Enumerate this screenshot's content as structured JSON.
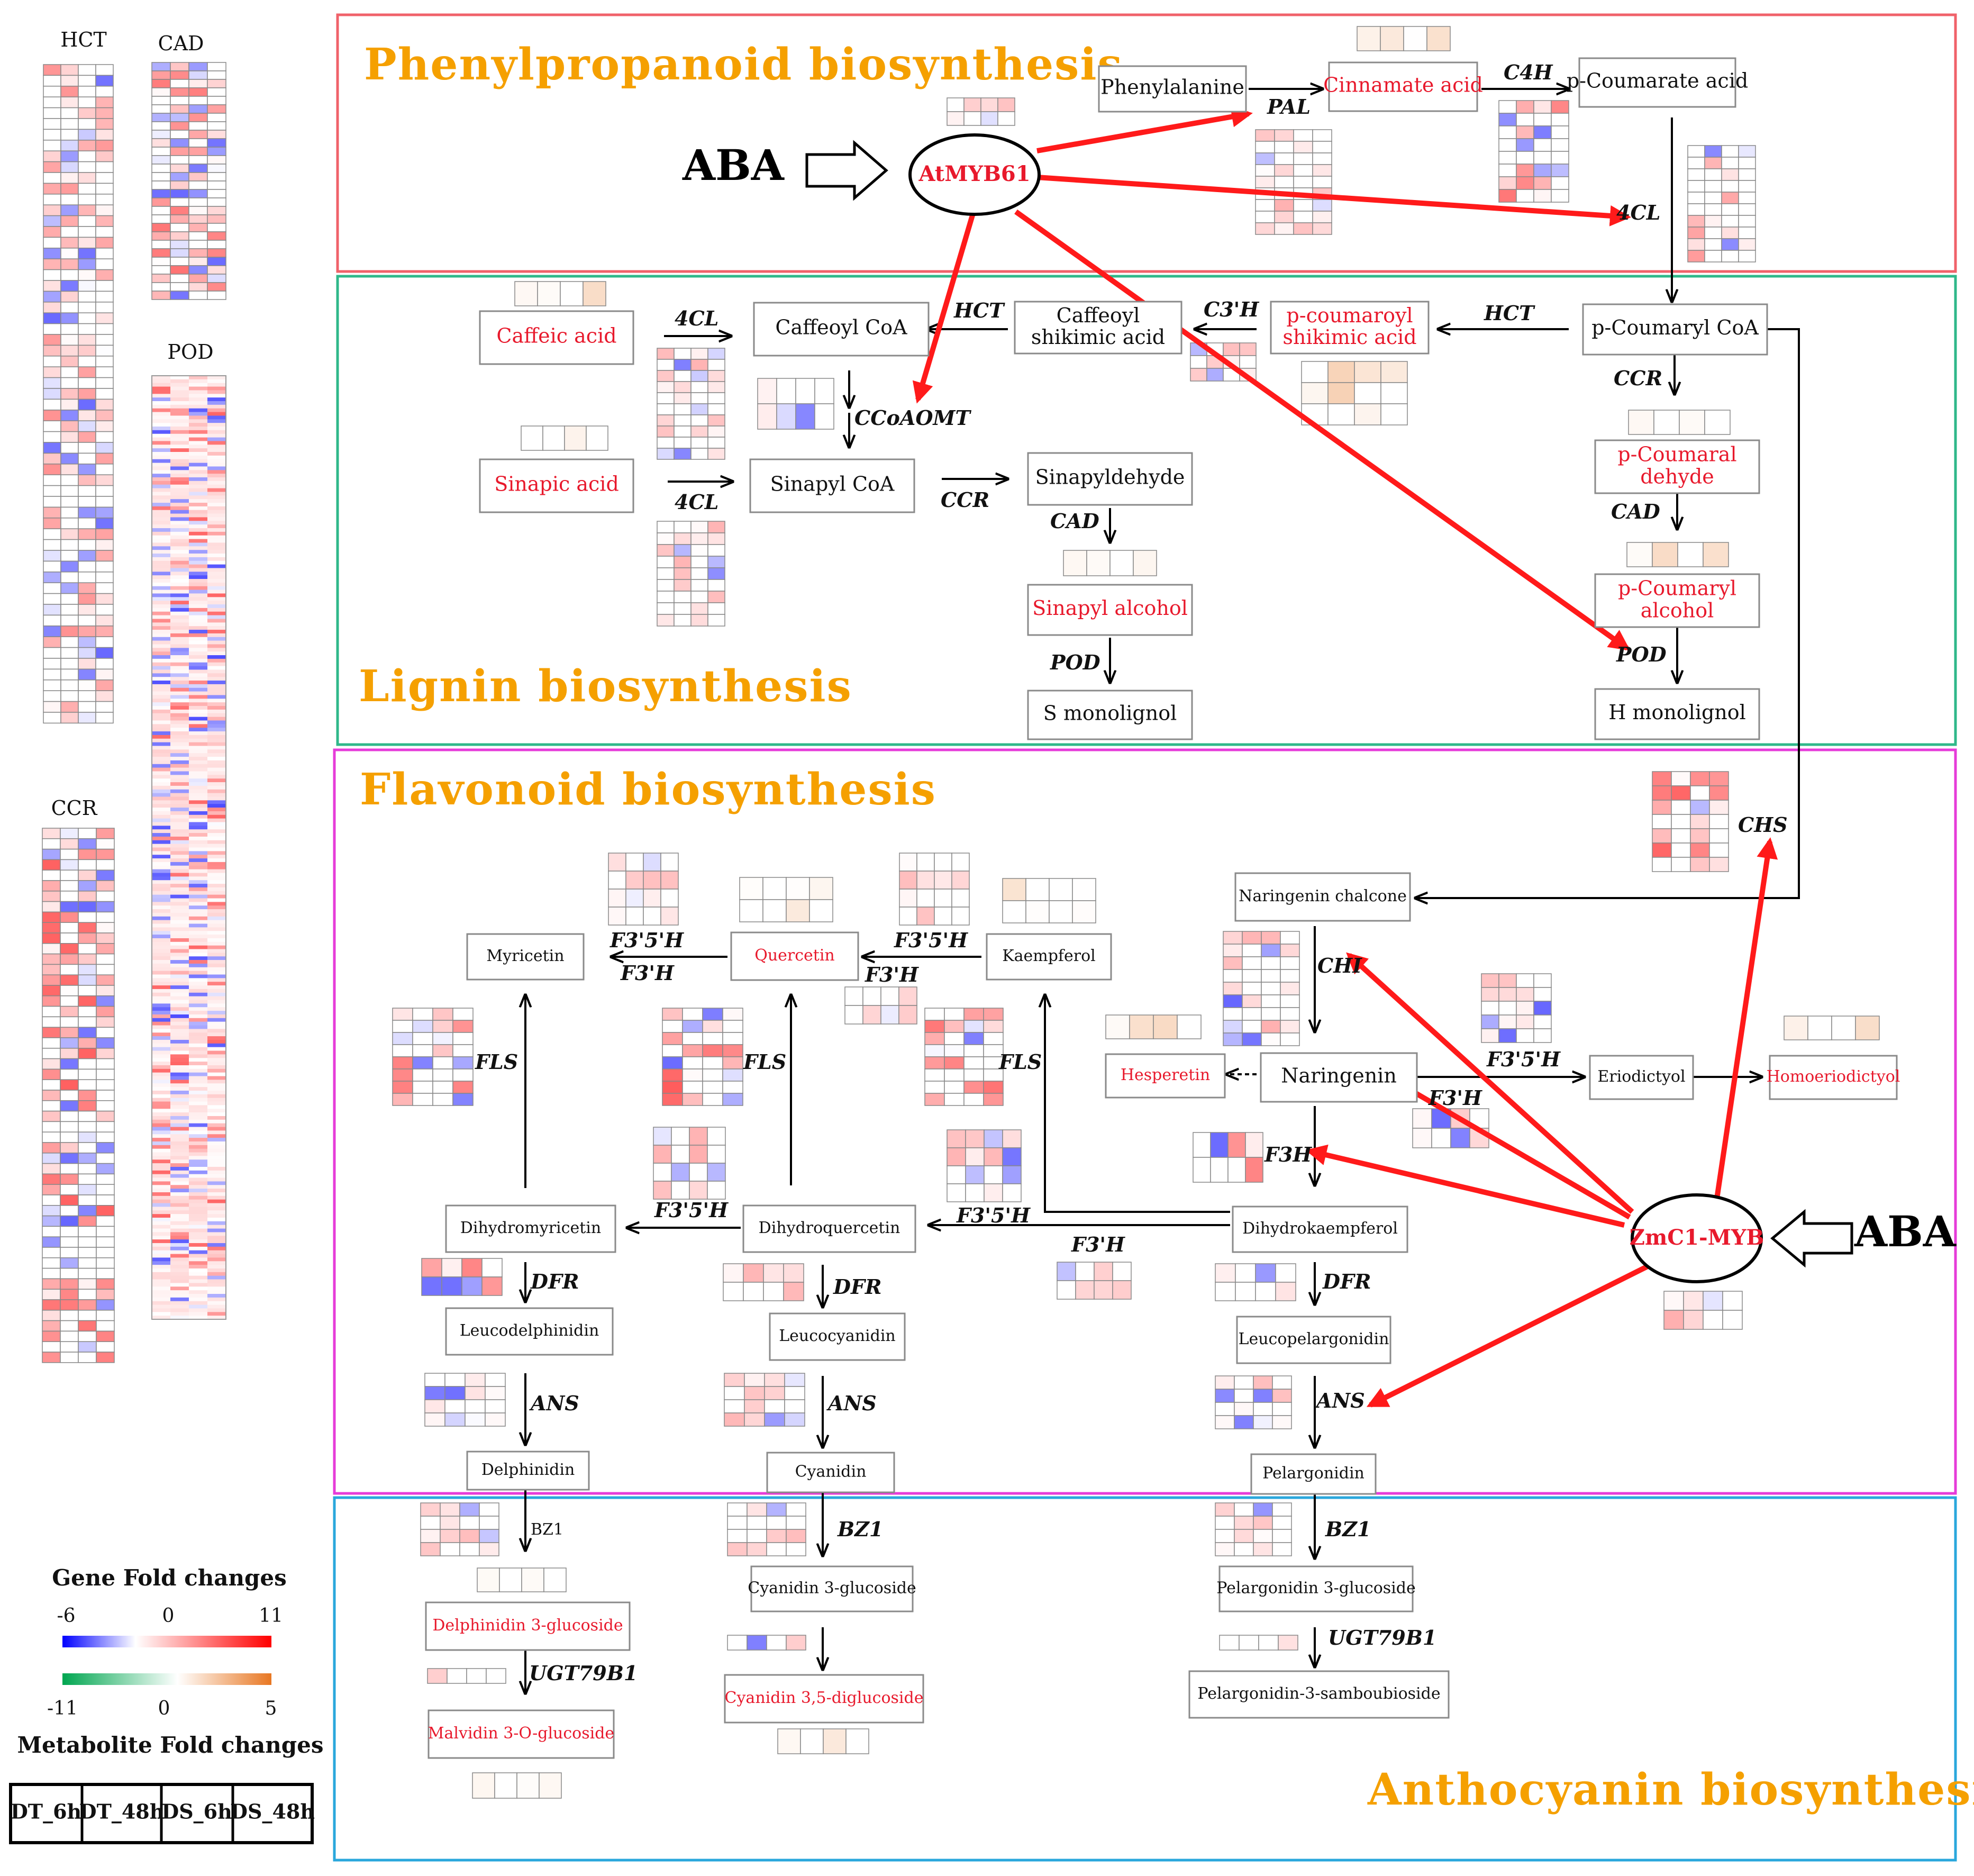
{
  "sections": {
    "phenylpropanoid": "Phenylpropanoid biosynthesis",
    "lignin": "Lignin biosynthesis",
    "flavonoid": "Flavonoid biosynthesis",
    "anthocyanin": "Anthocyanin biosynthesis"
  },
  "regulators": {
    "aba_left": "ABA",
    "aba_right": "ABA",
    "atmyb61": "AtMYB61",
    "zmc1": "ZmC1-MYB"
  },
  "left_heatmaps": {
    "hct": "HCT",
    "cad": "CAD",
    "pod": "POD",
    "ccr": "CCR"
  },
  "legend": {
    "gene_title": "Gene Fold changes",
    "gene_min": "-6",
    "gene_mid": "0",
    "gene_max": "11",
    "metabolite_min": "-11",
    "metabolite_mid": "0",
    "metabolite_max": "5",
    "metabolite_title": "Metabolite Fold changes",
    "gene_colors": [
      "#0000ff",
      "#ffffff",
      "#ff0000"
    ],
    "metabolite_colors": [
      "#00a650",
      "#ffffff",
      "#e87722"
    ],
    "columns": [
      "DT_6h",
      "DT_48h",
      "DS_6h",
      "DS_48h"
    ]
  },
  "nodes": {
    "phenylalanine": "Phenylalanine",
    "cinnamate": "Cinnamate acid",
    "pcoumarate": "p-Coumarate acid",
    "pcoumaryl_coa": "p-Coumaryl CoA",
    "pcoumaroyl_1": "p-coumaroyl",
    "pcoumaroyl_2": "shikimic acid",
    "caffeoyl_shik_1": "Caffeoyl",
    "caffeoyl_shik_2": "shikimic acid",
    "caffeoyl_coa": "Caffeoyl CoA",
    "caffeic": "Caffeic acid",
    "sinapic": "Sinapic acid",
    "sinapyl_coa": "Sinapyl CoA",
    "sinapyldehyde": "Sinapyldehyde",
    "sinapyl_alcohol": "Sinapyl alcohol",
    "s_monolignol": "S monolignol",
    "pcoumaral_1": "p-Coumaral",
    "pcoumaral_2": "dehyde",
    "pcoumaryl_alc_1": "p-Coumaryl",
    "pcoumaryl_alc_2": "alcohol",
    "h_monolignol": "H monolignol",
    "naringenin_chalcone": "Naringenin chalcone",
    "naringenin": "Naringenin",
    "hesperetin": "Hesperetin",
    "eriodictyol": "Eriodictyol",
    "homoeriodictyol": "Homoeriodictyol",
    "myricetin": "Myricetin",
    "quercetin": "Quercetin",
    "kaempferol": "Kaempferol",
    "dihydromyricetin": "Dihydromyricetin",
    "dihydroquercetin": "Dihydroquercetin",
    "dihydrokaempferol": "Dihydrokaempferol",
    "leucodelphinidin": "Leucodelphinidin",
    "leucocyanidin": "Leucocyanidin",
    "leucopelargonidin": "Leucopelargonidin",
    "delphinidin": "Delphinidin",
    "cyanidin": "Cyanidin",
    "pelargonidin": "Pelargonidin",
    "delph3g": "Delphinidin 3-glucoside",
    "cyan3g": "Cyanidin 3-glucoside",
    "pelarg3g": "Pelargonidin 3-glucoside",
    "malvidin": "Malvidin 3-O-glucoside",
    "cyan35": "Cyanidin 3,5-diglucoside",
    "pelarg3s": "Pelargonidin-3-samboubioside"
  },
  "enzymes": {
    "pal": "PAL",
    "c4h": "C4H",
    "fourcl_a": "4CL",
    "fourcl_b": "4CL",
    "fourcl_c": "4CL",
    "hct_a": "HCT",
    "hct_b": "HCT",
    "c3h": "C3'H",
    "ccoaomt": "CCoAOMT",
    "ccr_a": "CCR",
    "ccr_b": "CCR",
    "cad_a": "CAD",
    "cad_b": "CAD",
    "pod_a": "POD",
    "pod_b": "POD",
    "chs": "CHS",
    "chi": "CHI",
    "f35h_a": "F3'5'H",
    "f3h_a": "F3'H",
    "f35h_b": "F3'5'H",
    "f3h_b": "F3'H",
    "f35h_c": "F3'5'H",
    "f3h_c": "F3'H",
    "f3h": "F3H",
    "fls_a": "FLS",
    "fls_b": "FLS",
    "fls_c": "FLS",
    "f35h_d": "F3'5'H",
    "f35h_e": "F3'5'H",
    "f3h_d": "F3'H",
    "dfr_a": "DFR",
    "dfr_b": "DFR",
    "dfr_c": "DFR",
    "ans_a": "ANS",
    "ans_b": "ANS",
    "ans_c": "ANS",
    "bz1_a": "BZ1",
    "bz1_b": "BZ1",
    "bz1_c": "BZ1",
    "ugt_a": "UGT79B1",
    "ugt_b": "UGT79B1"
  }
}
